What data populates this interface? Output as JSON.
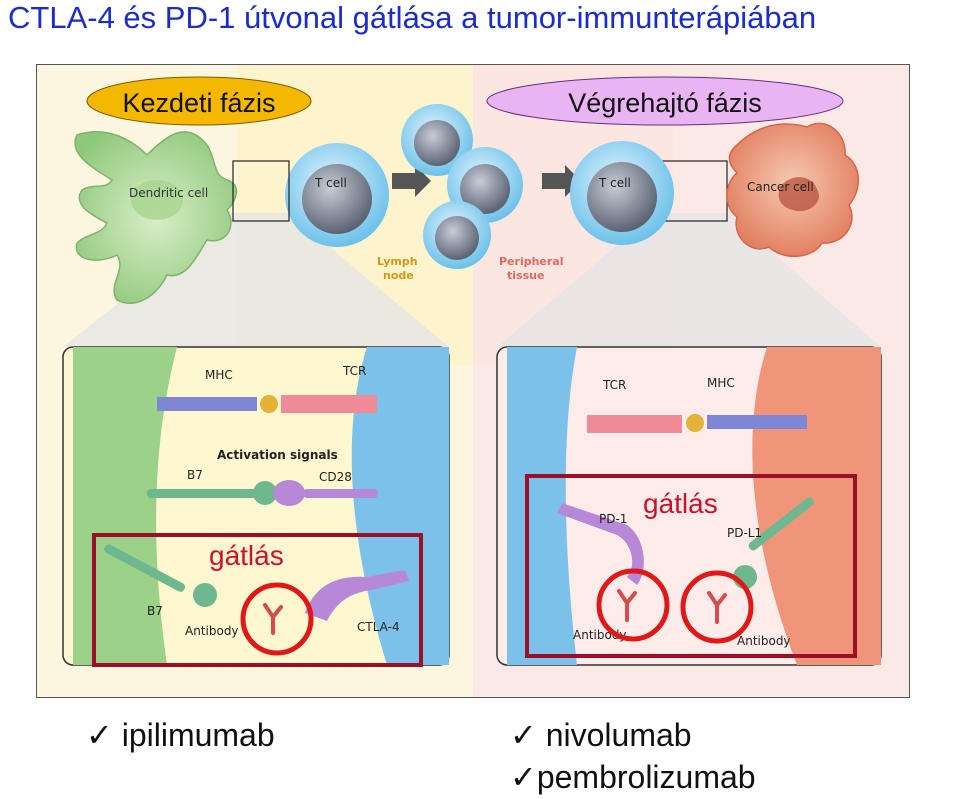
{
  "title": "CTLA-4 és PD-1 útvonal gátlása a tumor-immunterápiában",
  "phases": {
    "priming": "Kezdeti fázis",
    "effector": "Végrehajtó fázis"
  },
  "top_labels": {
    "dendritic_cell": "Dendritic cell",
    "t_cell_left": "T cell",
    "t_cell_right": "T cell",
    "cancer_cell": "Cancer cell",
    "lymph_node_1": "Lymph",
    "lymph_node_2": "node",
    "peripheral_1": "Peripheral",
    "peripheral_2": "tissue"
  },
  "left_inset": {
    "mhc": "MHC",
    "tcr": "TCR",
    "activation": "Activation signals",
    "b7_top": "B7",
    "cd28": "CD28",
    "b7_bottom": "B7",
    "antibody": "Antibody",
    "ctla4": "CTLA-4",
    "inhibition": "gátlás"
  },
  "right_inset": {
    "tcr": "TCR",
    "mhc": "MHC",
    "pd1": "PD-1",
    "pdl1": "PD-L1",
    "antibody_1": "Antibody",
    "antibody_2": "Antibody",
    "inhibition": "gátlás"
  },
  "drugs": {
    "left": "ipilimumab",
    "right_1": "nivolumab",
    "right_2": "pembrolizumab",
    "check": "✓"
  },
  "colors": {
    "title": "#1a2ccf",
    "priming_pill": "#f5b800",
    "effector_pill": "#e8b4f2",
    "inhibition_box": "#9b1026",
    "inhibition_text": "#d0102a",
    "circle": "#e01818"
  }
}
